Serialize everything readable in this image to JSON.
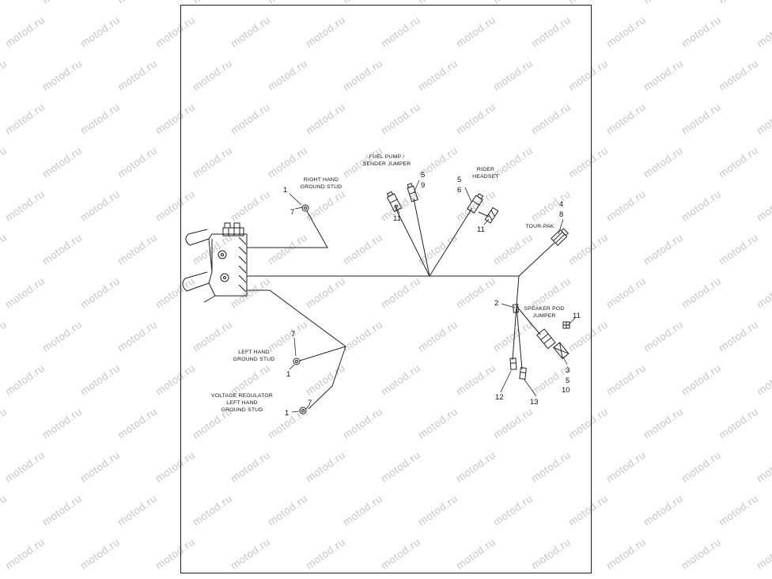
{
  "watermark": {
    "text": "motod.ru",
    "color": "#c6c6c6"
  },
  "diagram": {
    "labels": {
      "right_hand_ground_stud": "RIGHT HAND\nGROUND STUD",
      "fuel_pump_sender_jumper": "FUEL PUMP /\nSENDER JUMPER",
      "rider_headset": "RIDER\nHEADSET",
      "tour_pak": "TOUR-PAK",
      "speaker_pod_jumper": "SPEAKER POD\nJUMPER",
      "left_hand_ground_stud": "LEFT HAND\nGROUND STUD",
      "voltage_regulator_ground_stud": "VOLTAGE REGULATOR\nLEFT HAND\nGROUND STUD"
    },
    "callouts": {
      "rhgs_1": "1",
      "rhgs_7": "7",
      "fp_5": "5",
      "fp_9": "9",
      "fp_11": "11",
      "rh_5": "5",
      "rh_6": "6",
      "rh_11": "11",
      "tp_4": "4",
      "tp_8": "8",
      "sp_2": "2",
      "sp_11": "11",
      "sp_3": "3",
      "sp_5": "5",
      "sp_10": "10",
      "lh_7": "7",
      "lh_1": "1",
      "vr_7": "7",
      "vr_1": "1",
      "c_12": "12",
      "c_13": "13"
    }
  }
}
